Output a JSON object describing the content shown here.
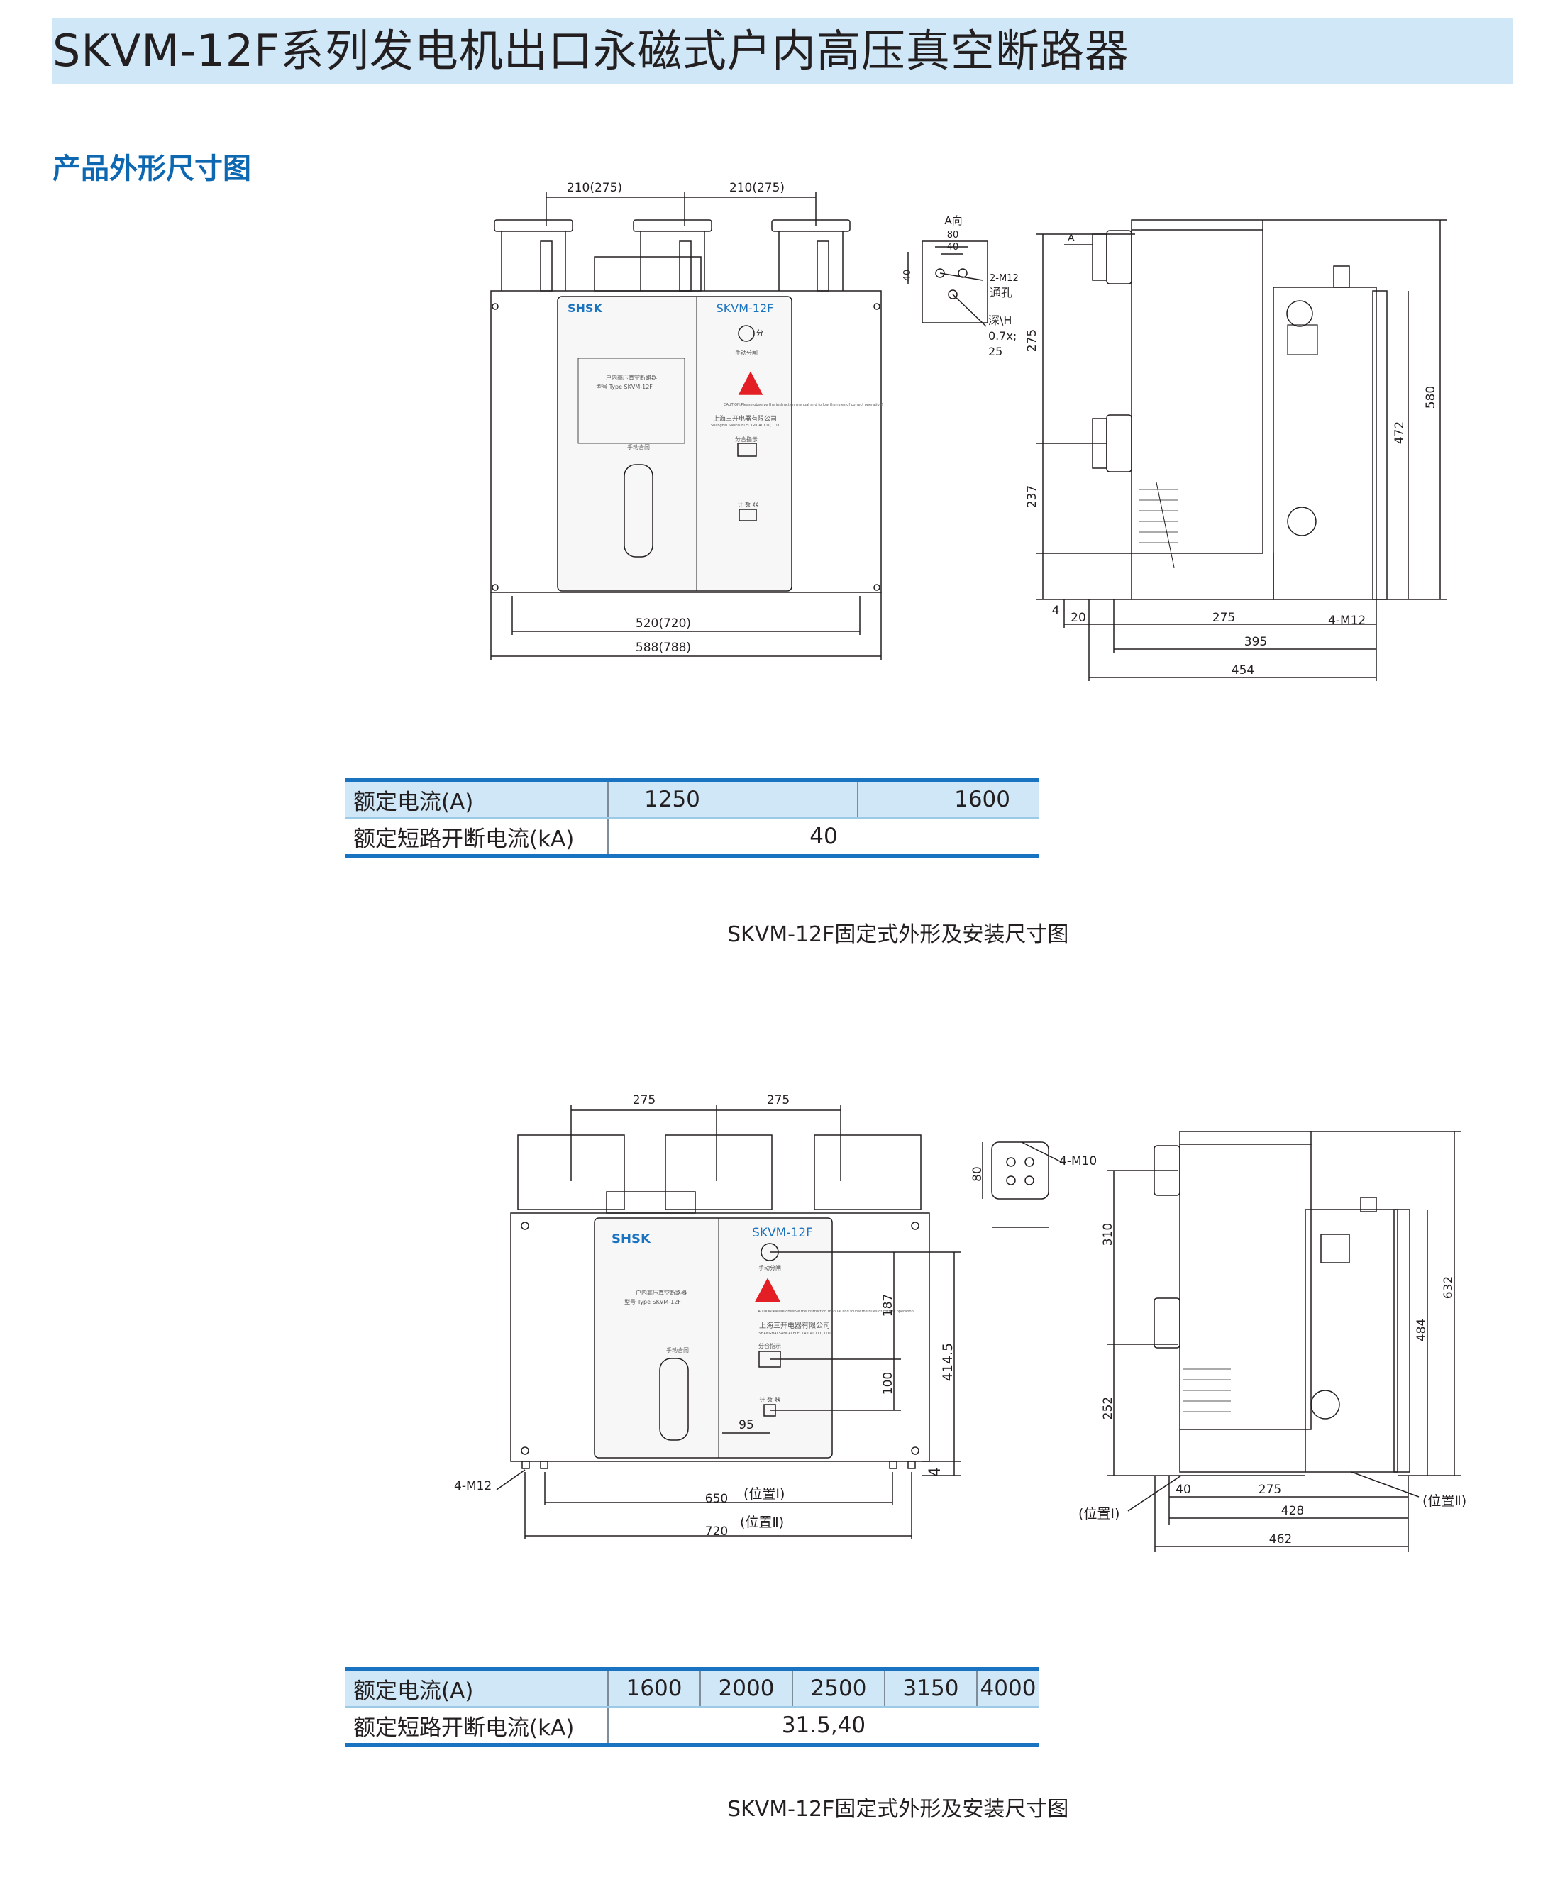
{
  "header": {
    "title": "SKVM-12F系列发电机出口永磁式户内高压真空断路器"
  },
  "section": {
    "title": "产品外形尺寸图"
  },
  "drawing1": {
    "front_panel": {
      "brand": "SHSK",
      "model": "SKVM-12F",
      "open_label": "分",
      "hand_op": "手动分闸",
      "hand_close": "手动合闸",
      "indicator": "分合指示",
      "counter": "计 数 器",
      "company": "上海三开电器有限公司",
      "company_en": "Shanghai Sankai ELECTRICAL CO., LTD",
      "caution": "CAUTION:Please observe the instruction manual and follow the rules of correct operation!",
      "nameplate_title": "户内高压真空断路器",
      "nameplate_model": "型号 Type  SKVM-12F"
    },
    "dims": {
      "top_left": "210(275)",
      "top_right": "210(275)",
      "width_inner": "520(720)",
      "width_outer": "588(788)",
      "aview_label": "A向",
      "aview_80": "80",
      "aview_40": "40",
      "aview_40v": "40",
      "aview_holes": "2-M12",
      "aview_through": "通孔",
      "aview_depth": "深\\H",
      "aview_formula": "0.7x;",
      "aview_25": "25",
      "arrow_a": "A",
      "side_275": "275",
      "side_237": "237",
      "side_4": "4",
      "side_20": "20",
      "side_275b": "275",
      "side_m12": "4-M12",
      "side_395": "395",
      "side_454": "454",
      "side_472": "472",
      "side_580": "580"
    }
  },
  "table1": {
    "row1_label": "额定电流(A)",
    "row1_values": [
      "1250",
      "1600"
    ],
    "row2_label": "额定短路开断电流(kA)",
    "row2_value": "40"
  },
  "caption1": "SKVM-12F固定式外形及安装尺寸图",
  "drawing2": {
    "front_panel": {
      "brand": "SHSK",
      "model": "SKVM-12F",
      "hand_op": "手动分闸",
      "hand_close": "手动合闸",
      "indicator": "分合指示",
      "counter": "计 数 器",
      "company": "上海三开电器有限公司",
      "company_en": "SHANGHAI SANKAI ELECTRICAL CO., LTD",
      "caution": "CAUTION:Please observe the instruction manual and follow the rules of correct operation!",
      "nameplate_title": "户内高压真空断路器",
      "nameplate_model": "型号 Type  SKVM-12F"
    },
    "dims": {
      "top_left": "275",
      "top_right": "275",
      "holes_m10": "4-M10",
      "d_80": "80",
      "d_187": "187",
      "d_100": "100",
      "d_414": "414.5",
      "d_95": "95",
      "d_4": "4",
      "m12": "4-M12",
      "w_650": "650",
      "pos1": "(位置Ⅰ)",
      "w_720": "720",
      "pos2": "(位置Ⅱ)",
      "side_310": "310",
      "side_252": "252",
      "side_484": "484",
      "side_632": "632",
      "side_40": "40",
      "side_275": "275",
      "side_428": "428",
      "side_462": "462",
      "side_pos1": "(位置Ⅰ)",
      "side_pos2": "(位置Ⅱ)"
    }
  },
  "table2": {
    "row1_label": "额定电流(A)",
    "row1_values": [
      "1600",
      "2000",
      "2500",
      "3150",
      "4000"
    ],
    "row2_label": "额定短路开断电流(kA)",
    "row2_value": "31.5,40"
  },
  "caption2": "SKVM-12F固定式外形及安装尺寸图"
}
